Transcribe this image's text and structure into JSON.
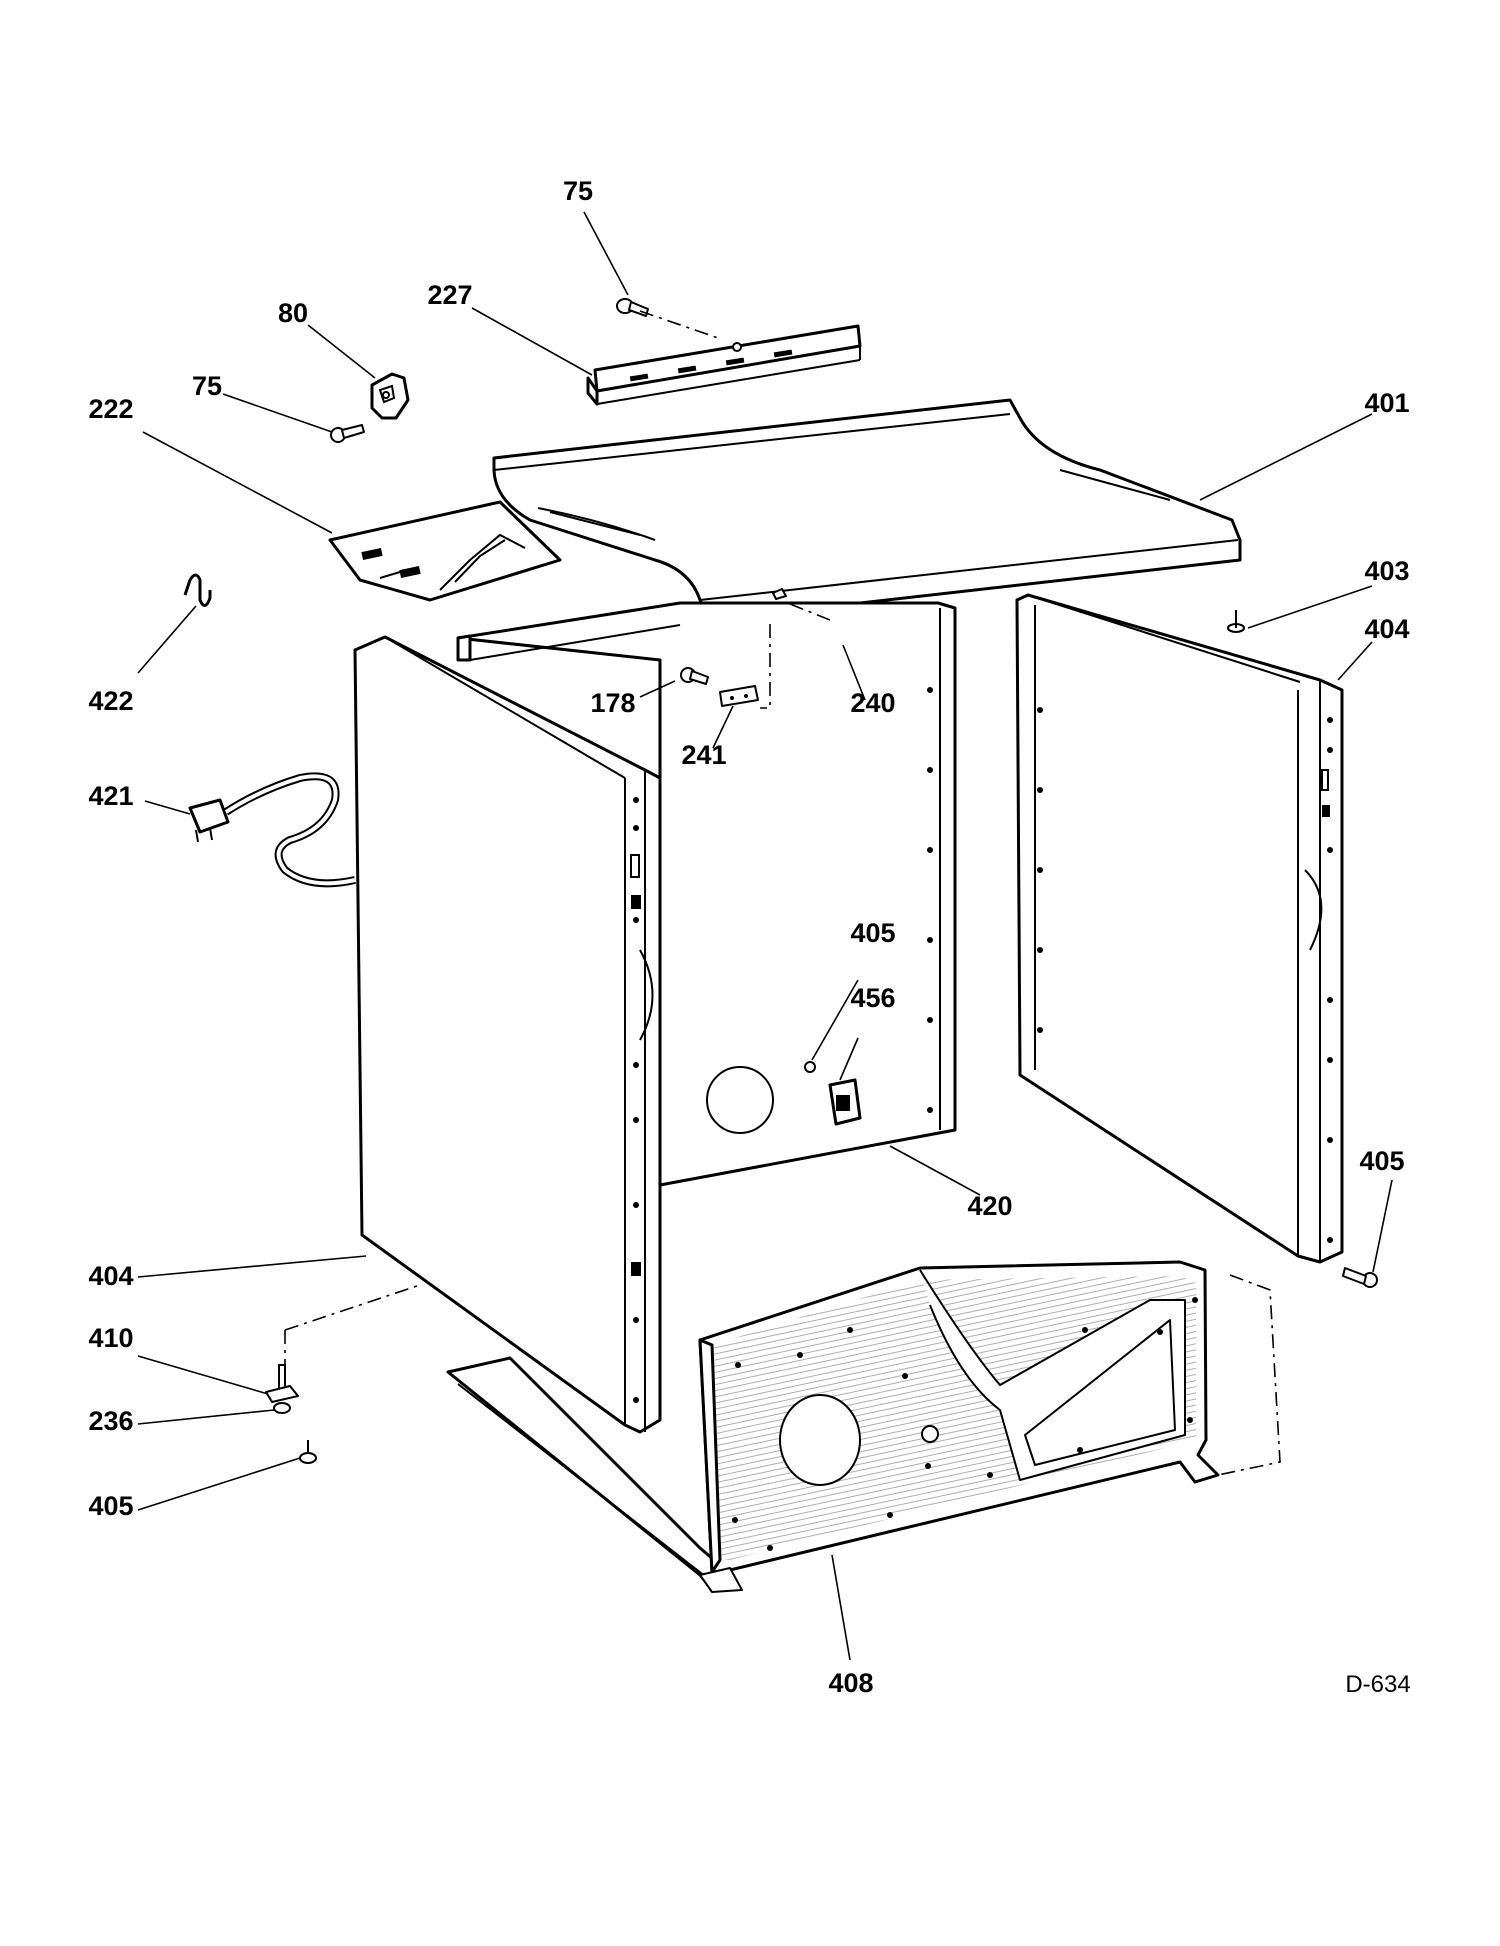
{
  "diagram_code": "D-634",
  "callouts": [
    {
      "id": "c75a",
      "label": "75"
    },
    {
      "id": "c227",
      "label": "227"
    },
    {
      "id": "c80",
      "label": "80"
    },
    {
      "id": "c75b",
      "label": "75"
    },
    {
      "id": "c222",
      "label": "222"
    },
    {
      "id": "c401",
      "label": "401"
    },
    {
      "id": "c403",
      "label": "403"
    },
    {
      "id": "c404a",
      "label": "404"
    },
    {
      "id": "c422",
      "label": "422"
    },
    {
      "id": "c178",
      "label": "178"
    },
    {
      "id": "c240",
      "label": "240"
    },
    {
      "id": "c241",
      "label": "241"
    },
    {
      "id": "c421",
      "label": "421"
    },
    {
      "id": "c405a",
      "label": "405"
    },
    {
      "id": "c456",
      "label": "456"
    },
    {
      "id": "c405b",
      "label": "405"
    },
    {
      "id": "c420",
      "label": "420"
    },
    {
      "id": "c404b",
      "label": "404"
    },
    {
      "id": "c410",
      "label": "410"
    },
    {
      "id": "c236",
      "label": "236"
    },
    {
      "id": "c405c",
      "label": "405"
    },
    {
      "id": "c408",
      "label": "408"
    }
  ]
}
